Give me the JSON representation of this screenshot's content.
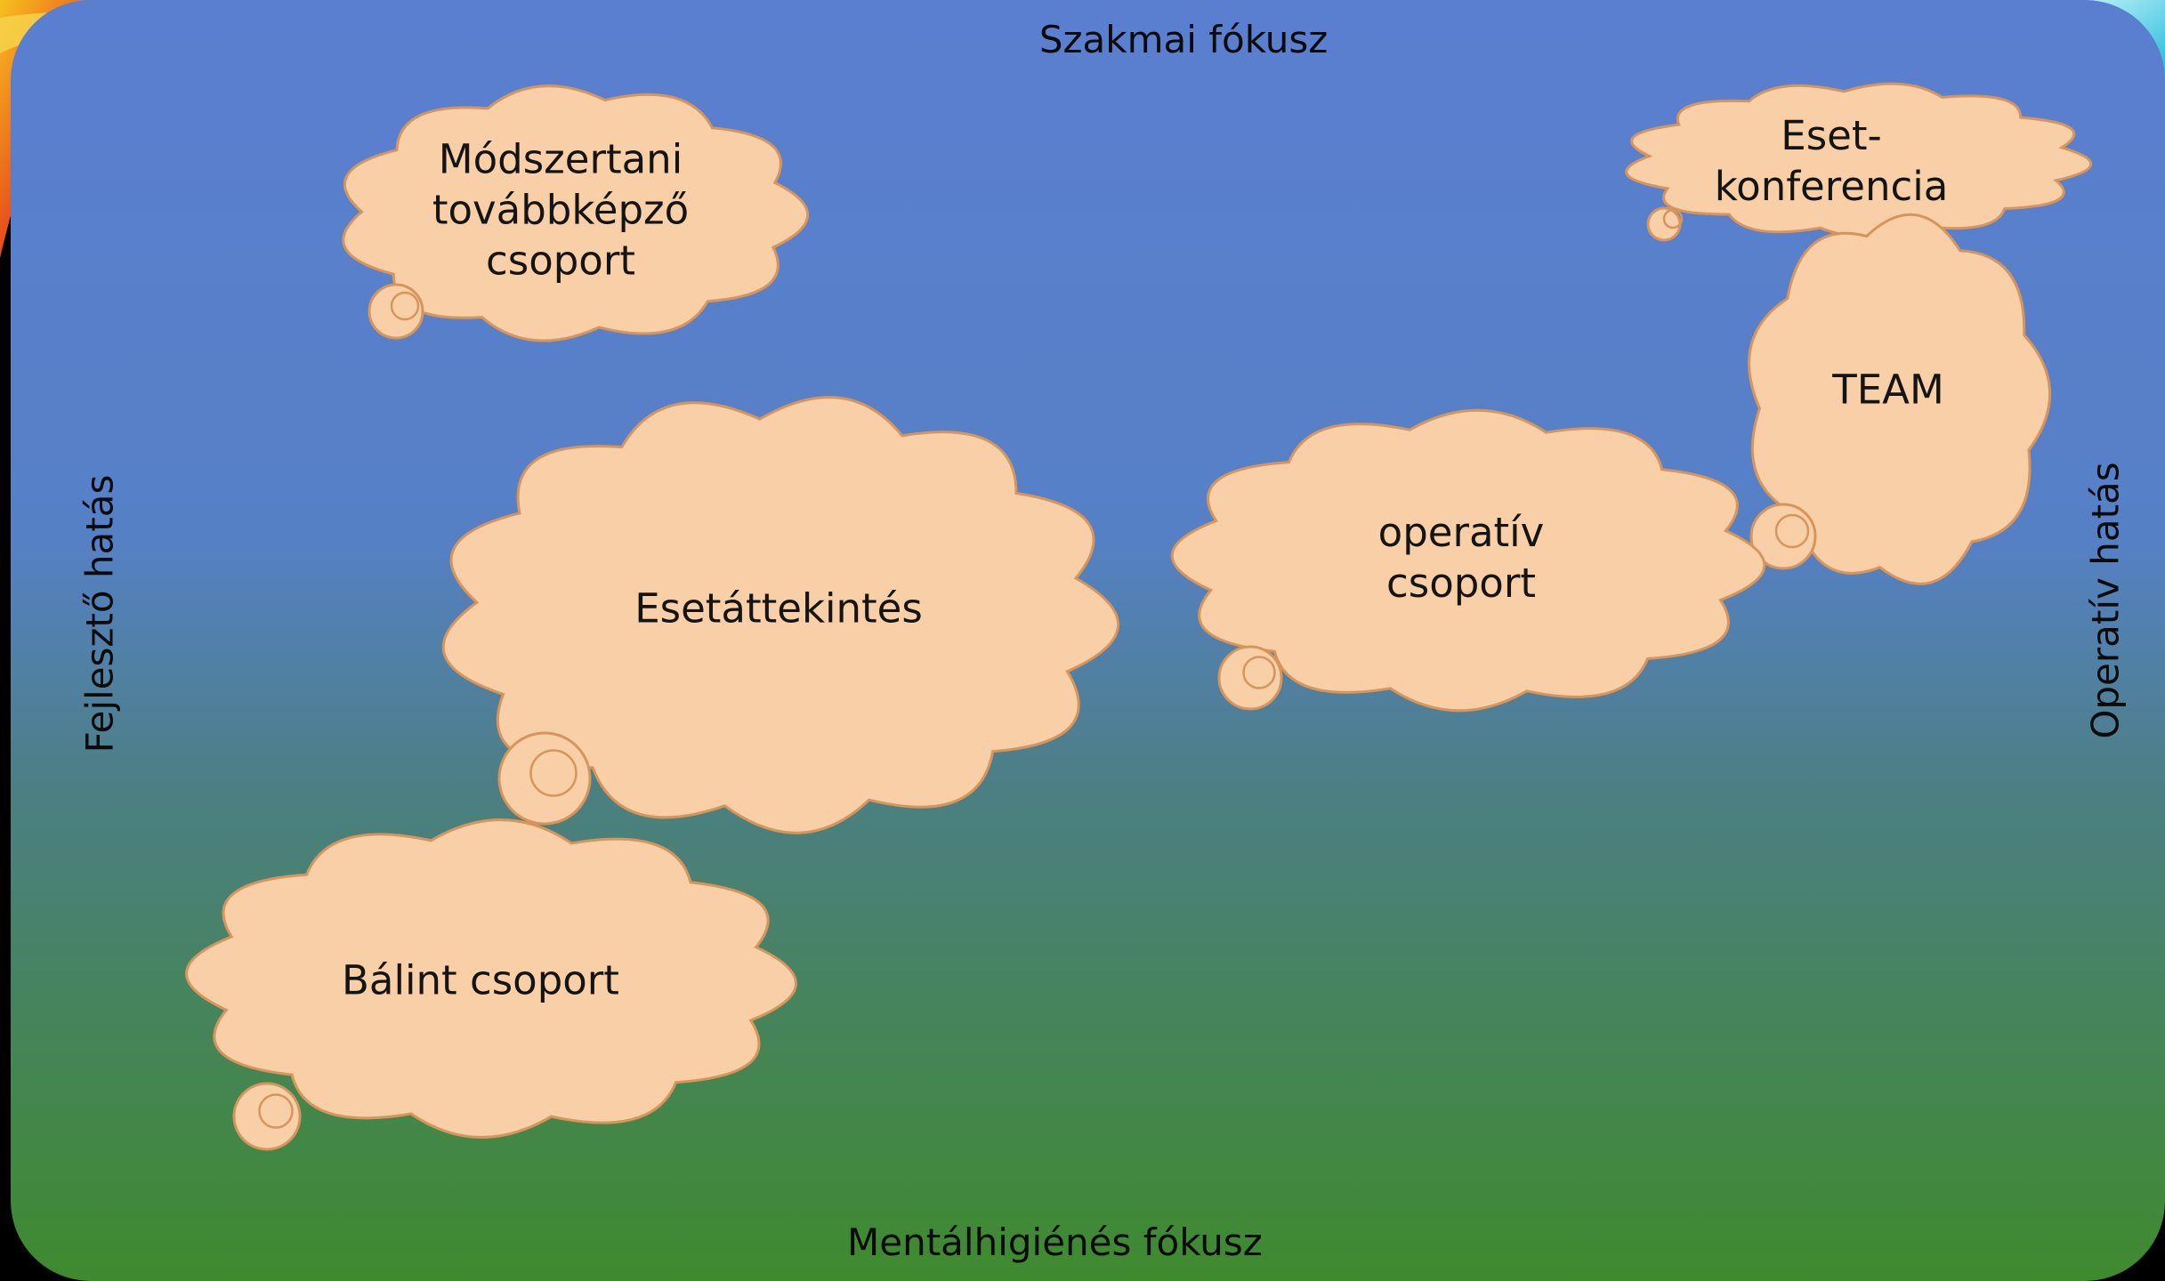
{
  "axes": {
    "top": "Szakmai fókusz",
    "bottom": "Mentálhigiénés fókusz",
    "left": "Fejlesztő hatás",
    "right": "Operatív hatás"
  },
  "clouds": [
    {
      "id": "modszertani",
      "label": "Módszertani\ntovábbképző\ncsoport"
    },
    {
      "id": "esetkonferencia",
      "label": "Eset-\nkonferencia"
    },
    {
      "id": "team",
      "label": "TEAM"
    },
    {
      "id": "operativ",
      "label": "operatív\ncsoport"
    },
    {
      "id": "esetattekintes",
      "label": "Esetáttekintés"
    },
    {
      "id": "balint",
      "label": "Bálint csoport"
    }
  ],
  "colors": {
    "panel_top": "#5a7fd0",
    "panel_bottom": "#3f8a2e",
    "cloud_fill": "#f9cfa8",
    "cloud_stroke": "#d6955c",
    "accent_orange": "#e64a1c",
    "accent_cyan": "#3fe0f0"
  }
}
